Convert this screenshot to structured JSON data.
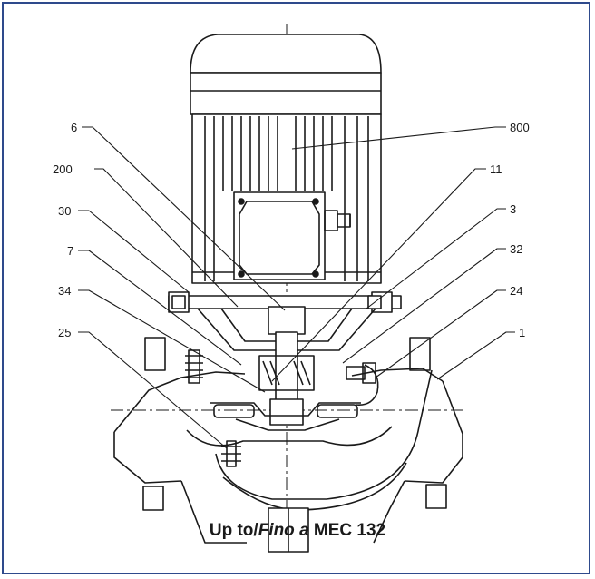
{
  "caption": {
    "prefix": "Up to/",
    "italic": "Fino a",
    "suffix": "MEC 132"
  },
  "colors": {
    "frame": "#2e4a8c",
    "line": "#1a1a1a"
  },
  "part_labels": {
    "p6": "6",
    "p200": "200",
    "p30": "30",
    "p7": "7",
    "p34": "34",
    "p25": "25",
    "p800": "800",
    "p11": "11",
    "p3": "3",
    "p32": "32",
    "p24": "24",
    "p1": "1"
  }
}
